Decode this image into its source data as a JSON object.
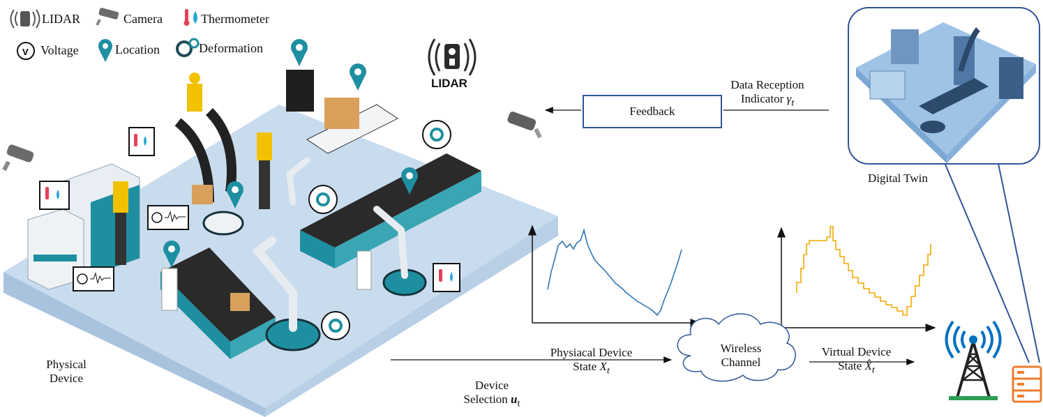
{
  "legend": {
    "lidar": "LIDAR",
    "camera": "Camera",
    "thermometer": "Thermometer",
    "voltage": "Voltage",
    "location": "Location",
    "deformation": "Deformation"
  },
  "lidar_heading": "LIDAR",
  "feedback_label": "Feedback",
  "data_reception": {
    "line1": "Data Reception",
    "line2": "Indicator",
    "symbol": "γ",
    "sub": "t"
  },
  "digital_twin_label": "Digital Twin",
  "physical_device": {
    "line1": "Physical",
    "line2": "Device"
  },
  "device_selection": {
    "line1": "Device",
    "line2": "Selection",
    "symbol": "u",
    "sub": "t"
  },
  "physical_state": {
    "line1": "Physiacal Device",
    "line2": "State",
    "symbol": "X",
    "sub": "t"
  },
  "wireless_channel": {
    "line1": "Wireless",
    "line2": "Channel"
  },
  "virtual_state": {
    "line1": "Virtual Device",
    "line2": "State",
    "symbol": "X̂",
    "sub": "t"
  },
  "colors": {
    "floor": "#c9dcee",
    "floor_side": "#a9c3de",
    "teal": "#1e8fa0",
    "box_border": "#2f5597",
    "physical_curve": "#2e75b6",
    "virtual_curve": "#f0a800",
    "tower": "#0070c0",
    "server": "#ed7d31"
  }
}
